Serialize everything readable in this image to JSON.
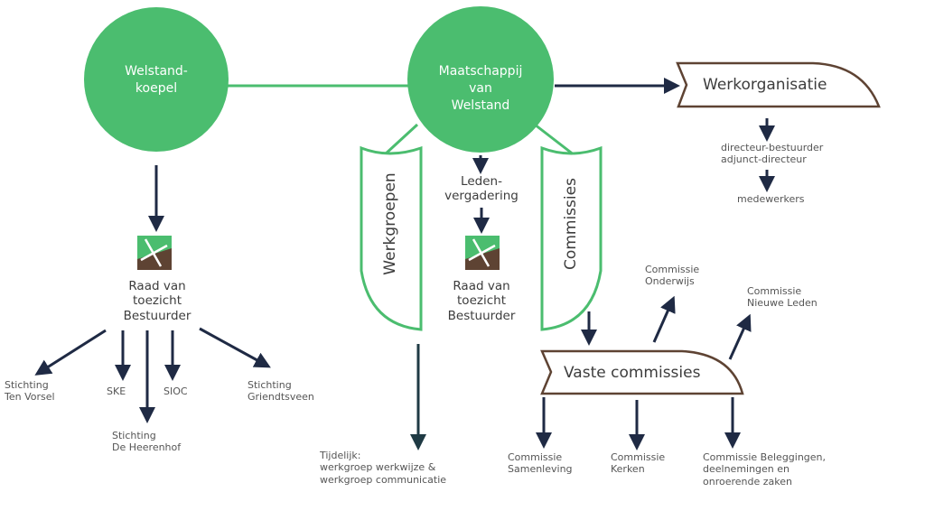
{
  "colors": {
    "green": "#4bbd6f",
    "navy": "#1f2a44",
    "brown": "#5e4333",
    "text": "#4a4a4a"
  },
  "nodes": {
    "welstand_koepel": "Welstand-\nkoepel",
    "maatschappij": "Maatschappij\nvan\nWelstand",
    "werkorganisatie": "Werkorganisatie",
    "directeur": "directeur-bestuurder\nadjunct-directeur",
    "medewerkers": "medewerkers",
    "werkgroepen": "Werkgroepen",
    "commissies": "Commissies",
    "ledenvergadering": "Leden-\nvergadering",
    "raad_left": "Raad van\ntoezicht\nBestuurder",
    "raad_center": "Raad van\ntoezicht\nBestuurder",
    "vaste_commissies": "Vaste commissies",
    "tijdelijk": "Tijdelijk:\nwerkgroep werkwijze &\nwerkgroep communicatie"
  },
  "stichtingen": {
    "ten_vorsel": "Stichting\nTen Vorsel",
    "ske": "SKE",
    "heerenhof": "Stichting\nDe Heerenhof",
    "sioc": "SIOC",
    "griendtsveen": "Stichting\nGriendtsveen"
  },
  "commissions": {
    "onderwijs": "Commissie\nOnderwijs",
    "nieuwe_leden": "Commissie\nNieuwe Leden",
    "samenleving": "Commissie\nSamenleving",
    "kerken": "Commissie\nKerken",
    "beleggingen": "Commissie Beleggingen,\ndeelnemingen en\nonroerende zaken"
  },
  "icons": {
    "raad": "toezicht-cross-icon"
  }
}
